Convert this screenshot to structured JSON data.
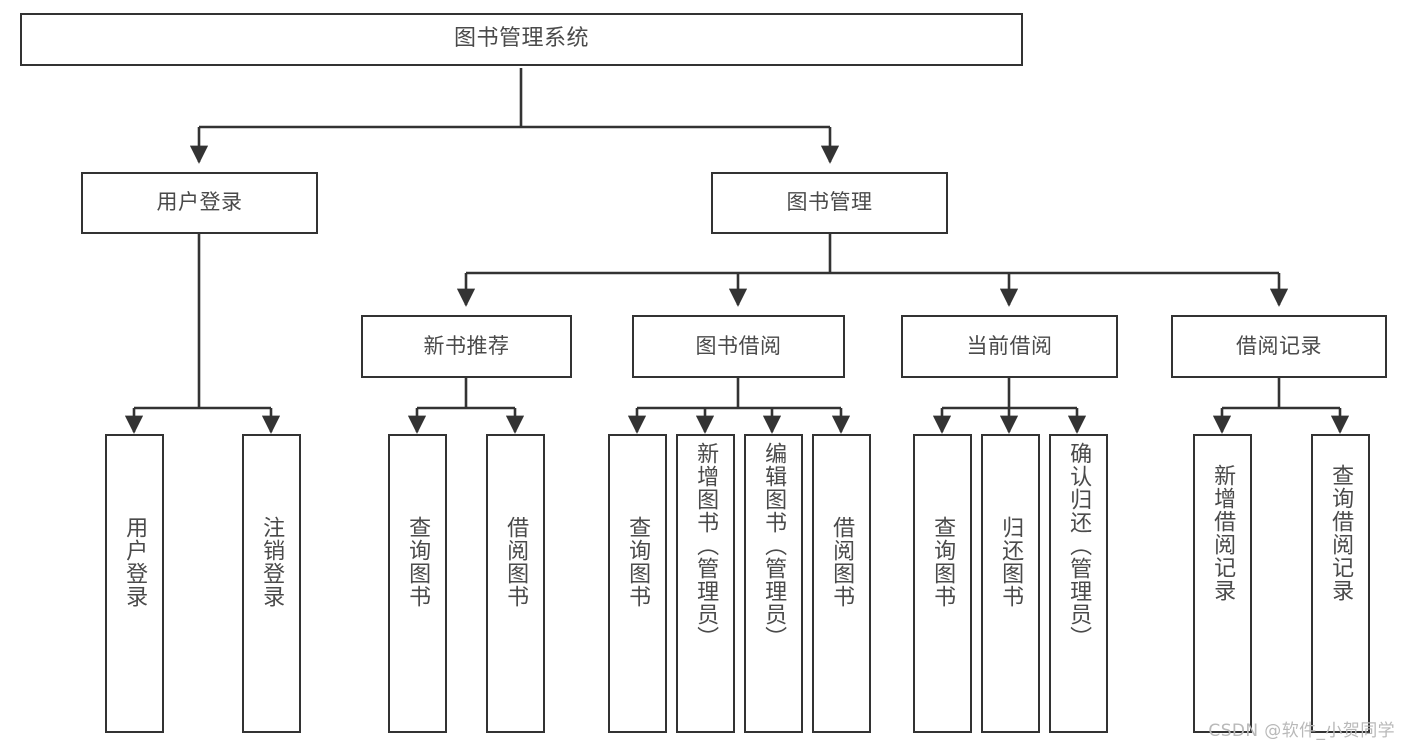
{
  "diagram": {
    "type": "tree-hierarchy",
    "title": "图书管理系统",
    "watermark": "CSDN @软件_小贺同学",
    "colors": {
      "stroke": "#333333",
      "text": "#4a4a4a",
      "background": "#ffffff",
      "watermark": "#b9b9b9"
    },
    "nodes": {
      "root": {
        "label": "图书管理系统",
        "level": 0
      },
      "user_login": {
        "label": "用户登录",
        "level": 1
      },
      "book_manage": {
        "label": "图书管理",
        "level": 1
      },
      "new_book_rec": {
        "label": "新书推荐",
        "level": 2
      },
      "book_borrow": {
        "label": "图书借阅",
        "level": 2
      },
      "current_borrow": {
        "label": "当前借阅",
        "level": 2
      },
      "borrow_record": {
        "label": "借阅记录",
        "level": 2
      },
      "leaf_user_login": {
        "label": "用户登录",
        "level": 2,
        "parent": "用户登录"
      },
      "leaf_logout": {
        "label": "注销登录",
        "level": 2,
        "parent": "用户登录"
      },
      "leaf_query_book_1": {
        "label": "查询图书",
        "level": 3,
        "parent": "新书推荐"
      },
      "leaf_borrow_book_1": {
        "label": "借阅图书",
        "level": 3,
        "parent": "新书推荐"
      },
      "leaf_query_book_2": {
        "label": "查询图书",
        "level": 3,
        "parent": "图书借阅"
      },
      "leaf_add_book": {
        "label": "新增图书（管理员）",
        "level": 3,
        "parent": "图书借阅"
      },
      "leaf_edit_book": {
        "label": "编辑图书（管理员）",
        "level": 3,
        "parent": "图书借阅"
      },
      "leaf_borrow_book_2": {
        "label": "借阅图书",
        "level": 3,
        "parent": "图书借阅"
      },
      "leaf_query_book_3": {
        "label": "查询图书",
        "level": 3,
        "parent": "当前借阅"
      },
      "leaf_return_book": {
        "label": "归还图书",
        "level": 3,
        "parent": "当前借阅"
      },
      "leaf_confirm_return": {
        "label": "确认归还（管理员）",
        "level": 3,
        "parent": "当前借阅"
      },
      "leaf_add_record": {
        "label": "新增借阅记录",
        "level": 3,
        "parent": "借阅记录"
      },
      "leaf_query_record": {
        "label": "查询借阅记录",
        "level": 3,
        "parent": "借阅记录"
      }
    }
  }
}
